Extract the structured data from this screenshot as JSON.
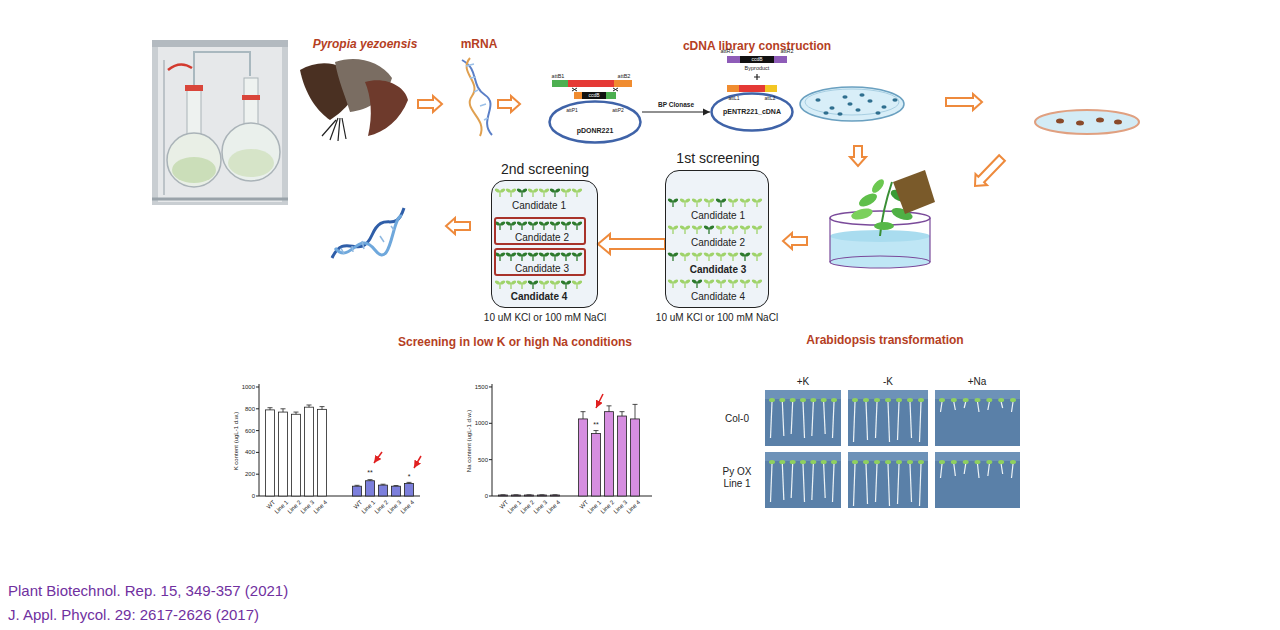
{
  "diagram": {
    "nodes": [
      {
        "text": [
          "pDONR221"
        ]
      },
      {
        "text": [
          "pENTR221_cDNA"
        ]
      },
      {
        "text": [
          "2nd screening",
          "Candidate 1",
          "Candidate 4"
        ]
      },
      {
        "text": [
          "Candidate 2"
        ],
        "in": 2
      },
      {
        "text": [
          "Candidate 3"
        ],
        "in": 2
      },
      {
        "text": [
          "1st screening",
          "Candidate 1",
          "Candidate 2",
          "Candidate 3",
          "Candidate 4"
        ]
      }
    ],
    "edges": [
      {
        "from": 0,
        "to": 1,
        "label": "BP Clonase",
        "arrow": "to"
      },
      {
        "from": 5,
        "to": 2,
        "arrow": "to"
      }
    ],
    "labels": [
      "Pyropia yezoensis",
      "mRNA",
      "cDNA library construction",
      "attB1",
      "attB2",
      "ccdB",
      "attP1",
      "attP2",
      "attR1",
      "ccdB",
      "attR2",
      "Byproduct",
      "attL1",
      "attL2",
      "10 uM KCl or 100 mM NaCl",
      "10 uM KCl or 100 mM NaCl",
      "Screening in low K or high Na conditions",
      "Arabidopsis transformation",
      "K content (ugL-1 d.w.)",
      "0",
      "200",
      "400",
      "600",
      "800",
      "1000",
      "WT",
      "Line 1",
      "Line 2",
      "Line 3",
      "Line 4",
      "WT",
      "Line 1",
      "Line 2",
      "Line 3",
      "Line 4",
      "**",
      "*",
      "Na content (ugL-1 d.w.)",
      "0",
      "500",
      "1000",
      "1500",
      "WT",
      "Line 1",
      "Line 2",
      "Line 3",
      "Line 4",
      "WT",
      "Line 1",
      "Line 2",
      "Line 3",
      "Line 4",
      "**",
      "+K",
      "-K",
      "+Na",
      "Col-0",
      "Py OX Line 1",
      "Plant Biotechnol. Rep. 15, 349-357 (2021)",
      "J. Appl. Phycol. 29: 2617-2626 (2017)"
    ]
  }
}
